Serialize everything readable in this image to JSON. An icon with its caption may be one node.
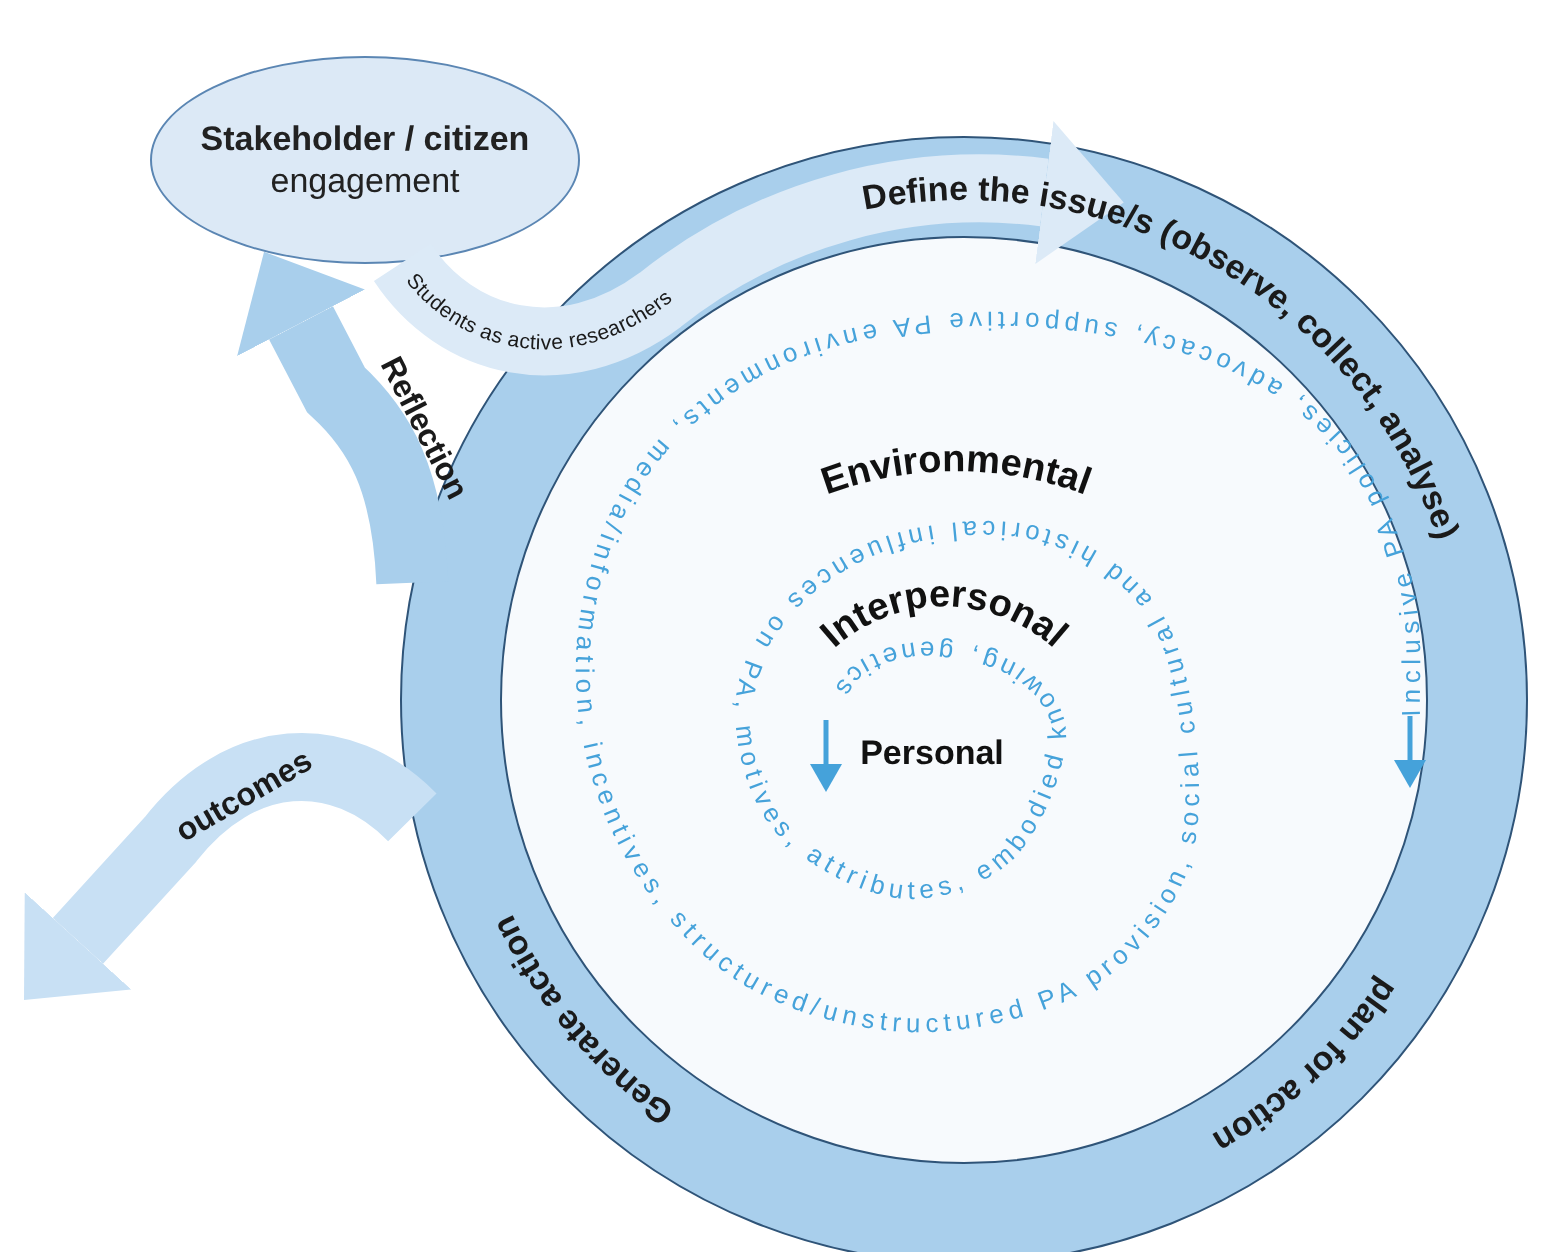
{
  "diagram": {
    "nodes": [
      {
        "text": [
          "Stakeholder / citizen",
          "engagement"
        ]
      },
      {
        "text": [
          "Define the issue/s (observe, collect, analyse)",
          "Generate action",
          "plan for action"
        ]
      }
    ],
    "edges": [
      {
        "from": 0,
        "to": 1,
        "arrow": "to",
        "label": "Students as active researchers",
        "color": "#dceaf7"
      },
      {
        "from": 1,
        "to": 0,
        "arrow": "to",
        "label": "Reflection",
        "color": "#a9cfec"
      },
      {
        "from": 1,
        "to": null,
        "arrow": "to",
        "label": "outcomes",
        "color": "#c8e0f4"
      }
    ],
    "labels": [
      "Environmental",
      "Inclusive PA policies, advocacy, supportive PA environments, media/information, incentives, structured/unstructured PA provision, social cultural and historical influences on PA, motives, attributes, embodied knowing, genetics",
      "Interpersonal",
      "Personal"
    ]
  }
}
